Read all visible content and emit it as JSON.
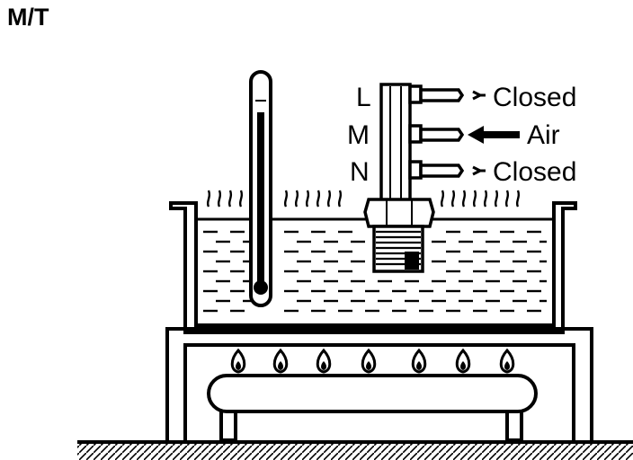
{
  "title": "M/T",
  "valve": {
    "ports": [
      {
        "letter": "L",
        "state": "Closed"
      },
      {
        "letter": "M",
        "state": "Air"
      },
      {
        "letter": "N",
        "state": "Closed"
      }
    ]
  }
}
